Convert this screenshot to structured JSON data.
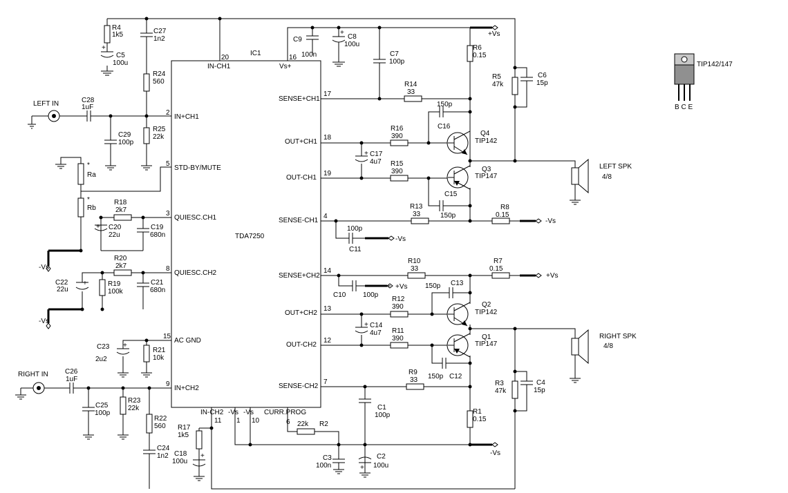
{
  "ic": {
    "designator": "IC1",
    "part": "TDA7250",
    "pins": {
      "p20": {
        "num": "20",
        "name": "IN-CH1"
      },
      "p16": {
        "num": "16",
        "name": "Vs+"
      },
      "p2": {
        "num": "2",
        "name": "IN+CH1"
      },
      "p5": {
        "num": "5",
        "name": "STD-BY/MUTE"
      },
      "p3": {
        "num": "3",
        "name": "QUIESC.CH1"
      },
      "p8": {
        "num": "8",
        "name": "QUIESC.CH2"
      },
      "p15": {
        "num": "15",
        "name": "AC GND"
      },
      "p9": {
        "num": "9",
        "name": "IN+CH2"
      },
      "p11": {
        "num": "11",
        "name": "IN-CH2"
      },
      "p1": {
        "num": "1",
        "name": "-Vs"
      },
      "p10": {
        "num": "10",
        "name": "-Vs"
      },
      "p6": {
        "num": "6",
        "name": "CURR.PROG"
      },
      "p17": {
        "num": "17",
        "name": "SENSE+CH1"
      },
      "p18": {
        "num": "18",
        "name": "OUT+CH1"
      },
      "p19": {
        "num": "19",
        "name": "OUT-CH1"
      },
      "p4": {
        "num": "4",
        "name": "SENSE-CH1"
      },
      "p14": {
        "num": "14",
        "name": "SENSE+CH2"
      },
      "p13": {
        "num": "13",
        "name": "OUT+CH2"
      },
      "p12": {
        "num": "12",
        "name": "OUT-CH2"
      },
      "p7": {
        "num": "7",
        "name": "SENSE-CH2"
      }
    }
  },
  "parts": {
    "R4": {
      "ref": "R4",
      "val": "1k5"
    },
    "C5": {
      "ref": "C5",
      "val": "100u"
    },
    "C27": {
      "ref": "C27",
      "val": "1n2"
    },
    "R24": {
      "ref": "R24",
      "val": "560"
    },
    "C28": {
      "ref": "C28",
      "val": "1uF"
    },
    "C29": {
      "ref": "C29",
      "val": "100p"
    },
    "R25": {
      "ref": "R25",
      "val": "22k"
    },
    "Ra": {
      "ref": "Ra",
      "val": "*"
    },
    "Rb": {
      "ref": "Rb",
      "val": "*"
    },
    "R18": {
      "ref": "R18",
      "val": "2k7"
    },
    "C20": {
      "ref": "C20",
      "val": "22u"
    },
    "C19": {
      "ref": "C19",
      "val": "680n"
    },
    "R20": {
      "ref": "R20",
      "val": "2k7"
    },
    "C22": {
      "ref": "C22",
      "val": "22u"
    },
    "R19": {
      "ref": "R19",
      "val": "100k"
    },
    "C21": {
      "ref": "C21",
      "val": "680n"
    },
    "C23": {
      "ref": "C23",
      "val": "2u2"
    },
    "R21": {
      "ref": "R21",
      "val": "10k"
    },
    "C26": {
      "ref": "C26",
      "val": "1uF"
    },
    "C25": {
      "ref": "C25",
      "val": "100p"
    },
    "R23": {
      "ref": "R23",
      "val": "22k"
    },
    "R22": {
      "ref": "R22",
      "val": "560"
    },
    "C24": {
      "ref": "C24",
      "val": "1n2"
    },
    "R17": {
      "ref": "R17",
      "val": "1k5"
    },
    "C18": {
      "ref": "C18",
      "val": "100u"
    },
    "C9": {
      "ref": "C9",
      "val": "100n"
    },
    "C8": {
      "ref": "C8",
      "val": "100u"
    },
    "C7": {
      "ref": "C7",
      "val": "100p"
    },
    "R6": {
      "ref": "R6",
      "val": "0.15"
    },
    "R5": {
      "ref": "R5",
      "val": "47k"
    },
    "C6": {
      "ref": "C6",
      "val": "15p"
    },
    "R14": {
      "ref": "R14",
      "val": "33"
    },
    "C16": {
      "ref": "C16",
      "val": "150p"
    },
    "R16": {
      "ref": "R16",
      "val": "390"
    },
    "C17": {
      "ref": "C17",
      "val": "4u7"
    },
    "R15": {
      "ref": "R15",
      "val": "390"
    },
    "C15": {
      "ref": "C15",
      "val": "150p"
    },
    "R13": {
      "ref": "R13",
      "val": "33"
    },
    "R8": {
      "ref": "R8",
      "val": "0.15"
    },
    "C11": {
      "ref": "C11",
      "val": "100p"
    },
    "R10": {
      "ref": "R10",
      "val": "33"
    },
    "R7": {
      "ref": "R7",
      "val": "0.15"
    },
    "C10": {
      "ref": "C10",
      "val": "100p"
    },
    "C13": {
      "ref": "C13",
      "val": "150p"
    },
    "R12": {
      "ref": "R12",
      "val": "390"
    },
    "C14": {
      "ref": "C14",
      "val": "4u7"
    },
    "R11": {
      "ref": "R11",
      "val": "390"
    },
    "C12": {
      "ref": "C12",
      "val": "150p"
    },
    "R9": {
      "ref": "R9",
      "val": "33"
    },
    "C1": {
      "ref": "C1",
      "val": "100p"
    },
    "R1": {
      "ref": "R1",
      "val": "0.15"
    },
    "R3": {
      "ref": "R3",
      "val": "47k"
    },
    "C4": {
      "ref": "C4",
      "val": "15p"
    },
    "R2": {
      "ref": "R2",
      "val": "22k"
    },
    "C3": {
      "ref": "C3",
      "val": "100n"
    },
    "C2": {
      "ref": "C2",
      "val": "100u"
    }
  },
  "transistors": {
    "Q4": {
      "ref": "Q4",
      "type": "TIP142"
    },
    "Q3": {
      "ref": "Q3",
      "type": "TIP147"
    },
    "Q2": {
      "ref": "Q2",
      "type": "TIP142"
    },
    "Q1": {
      "ref": "Q1",
      "type": "TIP147"
    }
  },
  "labels": {
    "left_in": "LEFT IN",
    "right_in": "RIGHT IN",
    "left_spk": "LEFT SPK",
    "left_spk_ohm": "4/8",
    "right_spk": "RIGHT SPK",
    "right_spk_ohm": "4/8",
    "pos_supply": "+Vs",
    "neg_supply": "-Vs",
    "package_name": "TIP142/147",
    "package_pins": "B C E",
    "plus": "+"
  }
}
